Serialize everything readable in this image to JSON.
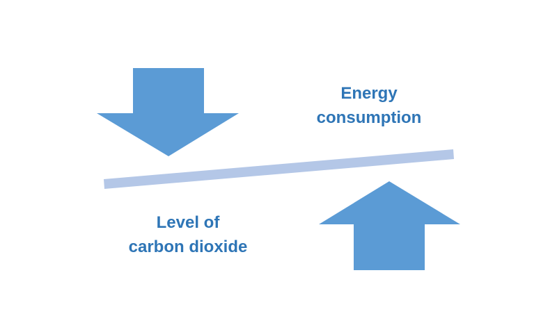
{
  "diagram": {
    "labels": {
      "energy_line1": "Energy",
      "energy_line2": "consumption",
      "co2_line1": "Level of",
      "co2_line2": "carbon dioxide"
    },
    "arrows": {
      "left": {
        "direction": "down"
      },
      "right": {
        "direction": "up"
      }
    },
    "colors": {
      "arrow_fill": "#5B9BD5",
      "balance_bar": "#B4C7E7",
      "label_text": "#2E75B6",
      "background": "#FFFFFF"
    }
  }
}
